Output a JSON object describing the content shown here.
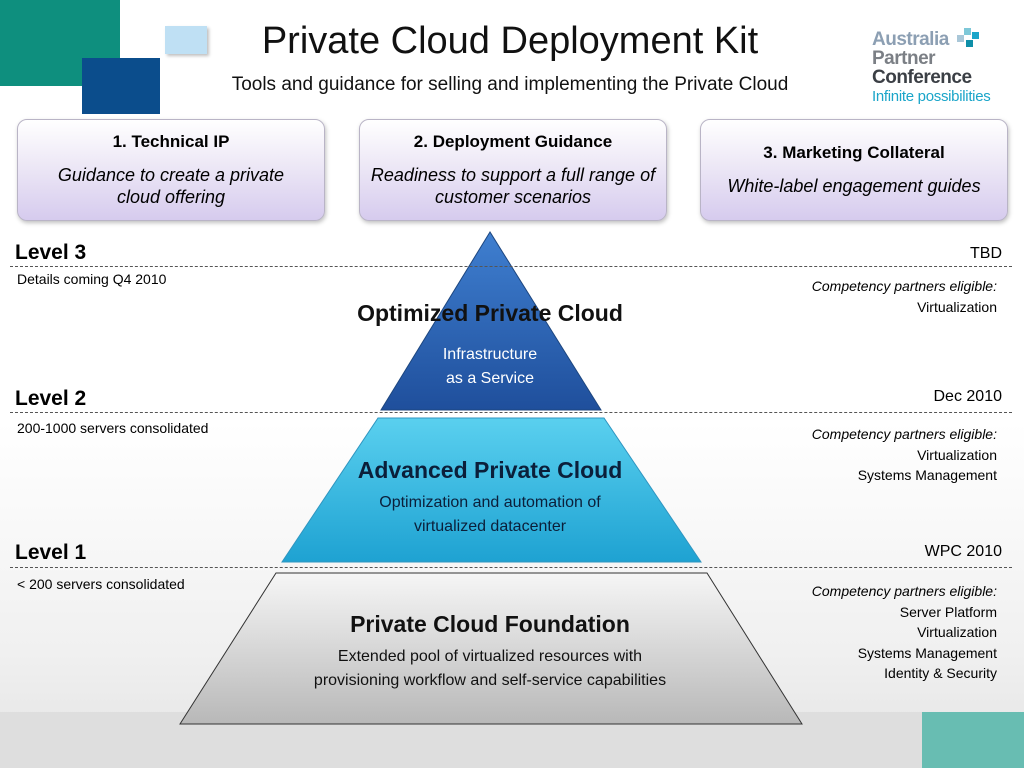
{
  "header": {
    "title": "Private Cloud Deployment Kit",
    "subtitle": "Tools and guidance for selling and implementing the Private Cloud"
  },
  "logo": {
    "line1": "Australia",
    "line2": "Partner",
    "line3": "Conference",
    "tagline": "Infinite possibilities"
  },
  "cards": [
    {
      "title": "1. Technical IP",
      "description": "Guidance to create a private cloud offering"
    },
    {
      "title": "2. Deployment Guidance",
      "description": "Readiness to support a full range of customer scenarios"
    },
    {
      "title": "3. Marketing Collateral",
      "description": "White-label engagement guides"
    }
  ],
  "levels": [
    {
      "label": "Level 3",
      "detail": "Details coming Q4 2010",
      "date": "TBD",
      "eligible_heading": "Competency partners eligible:",
      "eligible": [
        "Virtualization"
      ],
      "tier_title": "Optimized Private Cloud",
      "tier_desc_line1": "Infrastructure",
      "tier_desc_line2": "as a Service"
    },
    {
      "label": "Level 2",
      "detail": "200-1000 servers consolidated",
      "date": "Dec 2010",
      "eligible_heading": "Competency partners eligible:",
      "eligible": [
        "Virtualization",
        "Systems Management"
      ],
      "tier_title": "Advanced Private Cloud",
      "tier_desc_line1": "Optimization and automation of",
      "tier_desc_line2": "virtualized datacenter"
    },
    {
      "label": "Level 1",
      "detail": "< 200 servers consolidated",
      "date": "WPC 2010",
      "eligible_heading": "Competency partners eligible:",
      "eligible": [
        "Server Platform",
        "Virtualization",
        "Systems Management",
        "Identity & Security"
      ],
      "tier_title": "Private Cloud Foundation",
      "tier_desc_line1": "Extended pool of virtualized resources with",
      "tier_desc_line2": "provisioning workflow and self-service capabilities"
    }
  ],
  "colors": {
    "tier_top": "#2a5fb0",
    "tier_middle": "#27b3de",
    "tier_bottom": "#c9c9c9",
    "card_fill": "#d6cbee",
    "logo_tagline": "#1aa5c9"
  }
}
